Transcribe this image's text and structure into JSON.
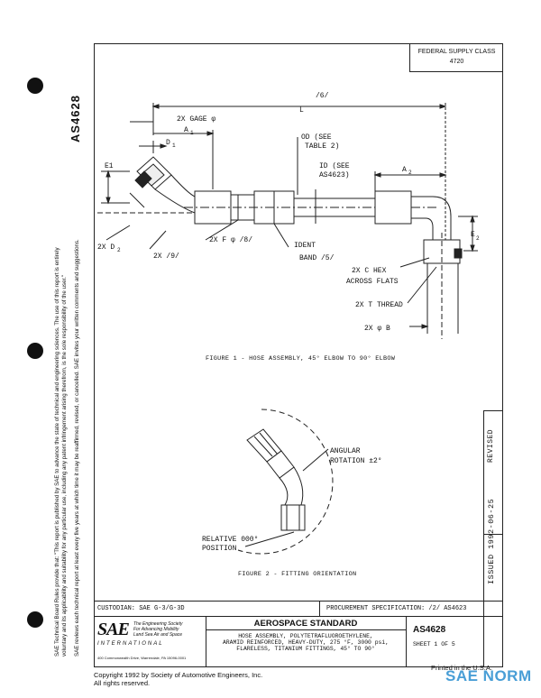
{
  "document": {
    "number": "AS4628",
    "federal_supply_class_label": "FEDERAL SUPPLY CLASS",
    "federal_supply_class_value": "4720",
    "issued": "ISSUED 1992-06-25",
    "revised": "REVISED",
    "rules_line1": "SAE Technical Board Rules provide that: \"This report is published by SAE to advance the state of technical and engineering sciences. The use of this report is entirely",
    "rules_line2": "voluntary and its applicability and suitability for any particular use, including any patent infringement arising therefrom, is the sole responsibility of the user.\"",
    "rules_line3": "SAE reviews each technical report at least every five years at which time it may be reaffirmed, revised, or cancelled. SAE invites your written comments and suggestions."
  },
  "figure1": {
    "caption": "FIGURE 1 - HOSE ASSEMBLY, 45° ELBOW TO 90° ELBOW",
    "labels": {
      "six": "/6/",
      "L": "L",
      "gage": "2X GAGE φ",
      "A1": "A",
      "A1_sub": "1",
      "D1": "D",
      "D1_sub": "1",
      "E1": "E1",
      "od1": "OD (SEE",
      "od2": "TABLE 2)",
      "id1": "ID (SEE",
      "id2": "AS4623)",
      "A2": "A",
      "A2_sub": "2",
      "E2": "E",
      "E2_sub": "2",
      "two_x_d2": "2X D",
      "d2_sub": "2",
      "two_x_nine": "2X /9/",
      "two_x_f": "2X F φ /8/",
      "ident1": "IDENT",
      "ident2": "BAND /5/",
      "hex1": "2X C HEX",
      "hex2": "ACROSS FLATS",
      "thread": "2X T THREAD",
      "b": "2X φ B"
    }
  },
  "figure2": {
    "caption": "FIGURE 2 - FITTING ORIENTATION",
    "angular1": "ANGULAR",
    "angular2": "ROTATION ±2°",
    "relative1": "RELATIVE 000°",
    "relative2": "POSITION"
  },
  "title_block": {
    "custodian": "CUSTODIAN:  SAE G-3/G-3D",
    "procurement": "PROCUREMENT SPECIFICATION:  /2/  AS4623",
    "org_line1": "The Engineering Society",
    "org_line2": "For Advancing Mobility",
    "org_line3": "Land Sea Air and Space",
    "org_line4": "INTERNATIONAL",
    "address": "400 Commonwealth Drive, Warrendale, PA  15096-0001",
    "sae_logo": "SAE",
    "standard": "AEROSPACE STANDARD",
    "title1": "HOSE ASSEMBLY, POLYTETRAFLUOROETHYLENE,",
    "title2": "ARAMID REINFORCED, HEAVY-DUTY, 275 °F, 3000 psi,",
    "title3": "FLARELESS, TITANIUM FITTINGS, 45° TO 90°",
    "number": "AS4628",
    "sheet": "SHEET 1 OF 5"
  },
  "footer": {
    "copyright": "Copyright 1992  by Society of Automotive Engineers, Inc.",
    "rights": "All rights reserved.",
    "printed": "Printed in the U.S.A.",
    "watermark": "SAE NORM"
  }
}
